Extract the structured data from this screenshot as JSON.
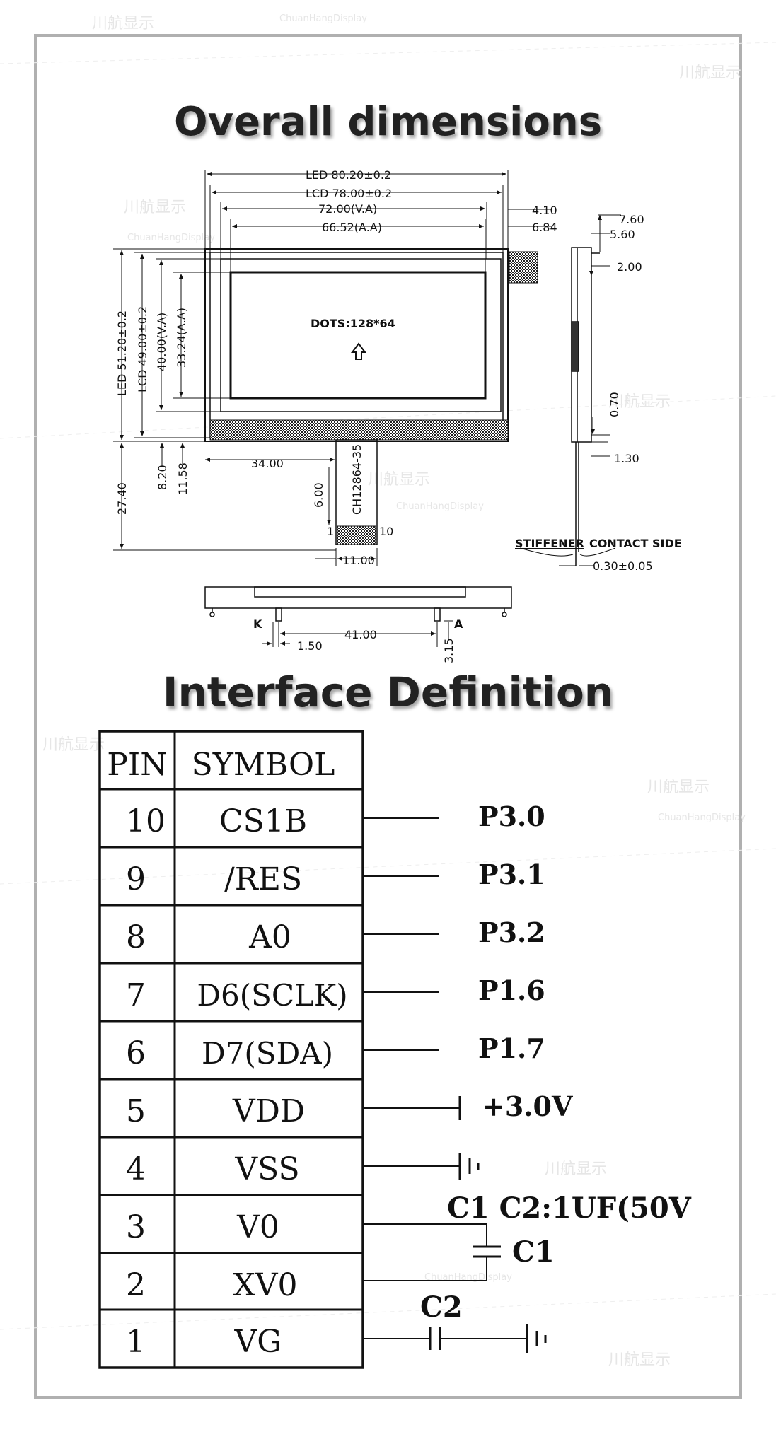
{
  "titles": {
    "overall": "Overall dimensions",
    "interface": "Interface Definition"
  },
  "drawing": {
    "led_width": "LED 80.20±0.2",
    "lcd_width": "LCD 78.00±0.2",
    "va_width": "72.00(V.A)",
    "aa_width": "66.52(A.A)",
    "led_height": "LED 51.20±0.2",
    "lcd_height": "LCD 49.00±0.2",
    "va_height": "40.00(V.A)",
    "aa_height": "33.24(A.A)",
    "dots": "DOTS:128*64",
    "fpc_label": "CH12864-35",
    "dim_27_40": "27.40",
    "dim_8_20": "8.20",
    "dim_11_58": "11.58",
    "dim_34_00": "34.00",
    "dim_6_00": "6.00",
    "dim_11_00": "11.00",
    "pin_first": "1",
    "pin_last": "10",
    "dim_4_10": "4.10",
    "dim_6_84": "6.84",
    "dim_7_60": "7.60",
    "dim_5_60": "5.60",
    "dim_2_00": "2.00",
    "dim_0_70": "0.70",
    "dim_1_30": "1.30",
    "stiffener": "STIFFENER",
    "contact_side": "CONTACT SIDE",
    "dim_0_30": "0.30±0.05",
    "led_k": "K",
    "led_a": "A",
    "dim_41_00": "41.00",
    "dim_1_50": "1.50",
    "dim_3_15": "3.15"
  },
  "table": {
    "headers": [
      "PIN",
      "SYMBOL"
    ],
    "rows": [
      {
        "pin": "10",
        "symbol": "CS1B",
        "net": "P3.0"
      },
      {
        "pin": "9",
        "symbol": "/RES",
        "net": "P3.1"
      },
      {
        "pin": "8",
        "symbol": "A0",
        "net": "P3.2"
      },
      {
        "pin": "7",
        "symbol": "D6(SCLK)",
        "net": "P1.6"
      },
      {
        "pin": "6",
        "symbol": "D7(SDA)",
        "net": "P1.7"
      },
      {
        "pin": "5",
        "symbol": "VDD",
        "net": "+3.0V"
      },
      {
        "pin": "4",
        "symbol": "VSS",
        "net": ""
      },
      {
        "pin": "3",
        "symbol": "V0",
        "net": ""
      },
      {
        "pin": "2",
        "symbol": "XV0",
        "net": ""
      },
      {
        "pin": "1",
        "symbol": "VG",
        "net": ""
      }
    ]
  },
  "capacitors": {
    "note": "C1  C2:1UF(50V",
    "c1": "C1",
    "c2": "C2"
  },
  "watermark": {
    "cn": "川航显示",
    "en": "ChuanHangDisplay"
  }
}
